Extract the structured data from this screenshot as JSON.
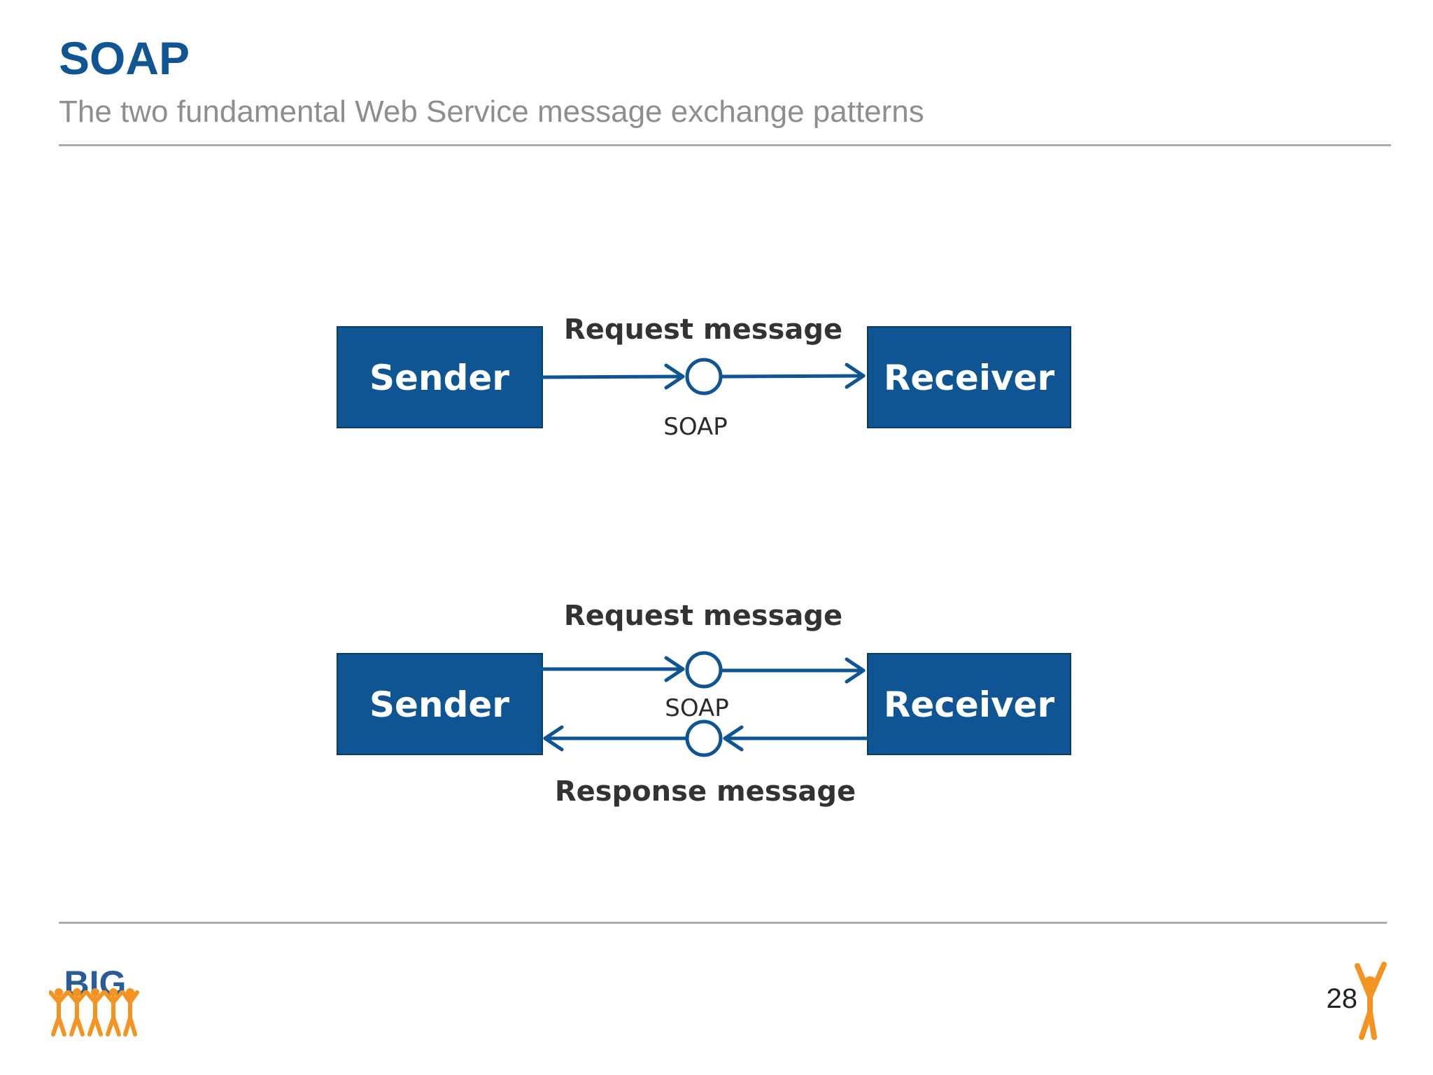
{
  "slide": {
    "title": "SOAP",
    "subtitle": "The two fundamental Web Service message exchange patterns",
    "page_number": "28"
  },
  "pattern_one_way": {
    "sender_label": "Sender",
    "receiver_label": "Receiver",
    "request_label": "Request message",
    "soap_label": "SOAP"
  },
  "pattern_request_response": {
    "sender_label": "Sender",
    "receiver_label": "Receiver",
    "request_label": "Request message",
    "soap_label": "SOAP",
    "response_label": "Response message"
  },
  "logo": {
    "text": "BIG"
  },
  "colors": {
    "title": "#0f5593",
    "box_fill": "#0f5593",
    "arrow": "#0f5593",
    "subtitle": "#8c8f92",
    "rule": "#a8abb2",
    "logo_orange": "#f39322"
  }
}
